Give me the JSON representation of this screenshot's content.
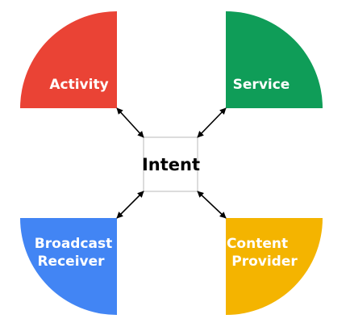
{
  "center": {
    "label": "Intent"
  },
  "components": [
    {
      "id": "activity",
      "label_lines": [
        "Activity"
      ],
      "color": "#EA4335"
    },
    {
      "id": "service",
      "label_lines": [
        "Service"
      ],
      "color": "#0F9D58"
    },
    {
      "id": "broadcast-receiver",
      "label_lines": [
        "Broadcast",
        "Receiver"
      ],
      "color": "#4285F4"
    },
    {
      "id": "content-provider",
      "label_lines": [
        "Content",
        "Provider"
      ],
      "color": "#F4B400"
    }
  ],
  "colors": {
    "arrow": "#000000",
    "center_border": "#d0d0d0",
    "center_fill": "#ffffff"
  }
}
